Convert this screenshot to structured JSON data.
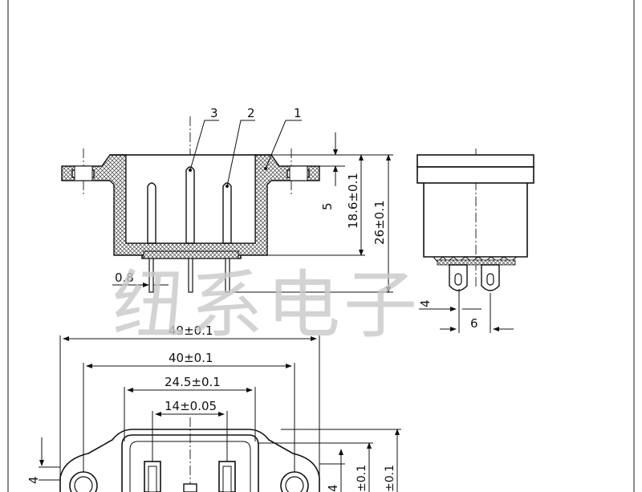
{
  "callouts": {
    "part_1": "1",
    "part_2": "2",
    "part_3": "3"
  },
  "dimensions": {
    "pin_width": "0.8",
    "flange_to_pin": "5",
    "depth": "18.6±0.1",
    "overall_height": "26±0.1",
    "pin_offset": "4",
    "pin_pitch": "6",
    "total_width": "49±0.1",
    "mount_hole_spacing": "40±0.1",
    "body_width": "24.5±0.1",
    "contact_spacing": "14±0.05",
    "hole_offset": "4",
    "front_a": "4",
    "front_b": "±0.1",
    "front_c": "±0.1"
  },
  "watermark": "纽系电子",
  "colors": {
    "line": "#111111",
    "hatch": "#333333",
    "watermark": "#c9c9c9"
  }
}
